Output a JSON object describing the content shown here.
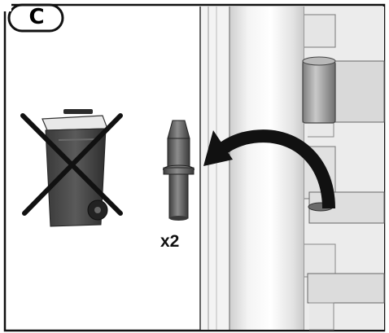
{
  "step": {
    "label": "C"
  },
  "quantity": {
    "label": "x2"
  },
  "icons": {
    "no_bin": "crossed-out-wheelie-bin-icon",
    "pin": "hinge-pin",
    "arrow": "curved-insert-arrow"
  },
  "colors": {
    "line": "#111111",
    "post_light": "#f2f2f2",
    "post_mid": "#dcdcdc",
    "bin_body": "#4a4a4a",
    "bin_dark": "#2b2b2b",
    "pin": "#6b6b6b",
    "hinge": "#9a9a9a"
  }
}
